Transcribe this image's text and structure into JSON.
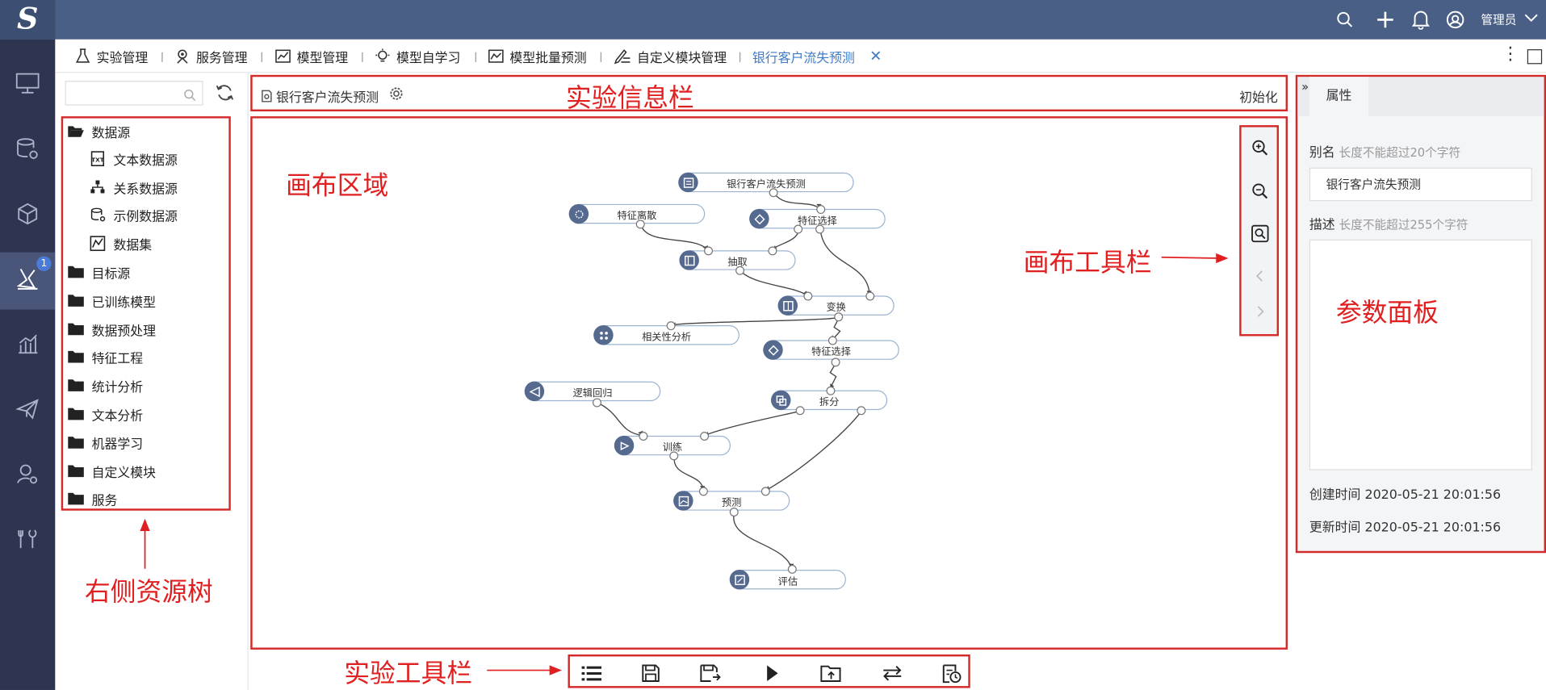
{
  "header": {
    "logo": "S",
    "user": "管理员",
    "colors": {
      "topbar": "#4a5f86",
      "sidebar": "#2d3550",
      "accent": "#3f7bc7",
      "annotation": "#e02020"
    }
  },
  "sidebar": {
    "active_badge": "1"
  },
  "tabs": [
    {
      "label": "实验管理"
    },
    {
      "label": "服务管理"
    },
    {
      "label": "模型管理"
    },
    {
      "label": "模型自学习"
    },
    {
      "label": "模型批量预测"
    },
    {
      "label": "自定义模块管理"
    },
    {
      "label": "银行客户流失预测"
    }
  ],
  "resource_panel": {
    "search_placeholder": "",
    "tree": [
      {
        "label": "数据源",
        "level": 0
      },
      {
        "label": "文本数据源",
        "level": 1
      },
      {
        "label": "关系数据源",
        "level": 1
      },
      {
        "label": "示例数据源",
        "level": 1
      },
      {
        "label": "数据集",
        "level": 1
      },
      {
        "label": "目标源",
        "level": 0
      },
      {
        "label": "已训练模型",
        "level": 0
      },
      {
        "label": "数据预处理",
        "level": 0
      },
      {
        "label": "特征工程",
        "level": 0
      },
      {
        "label": "统计分析",
        "level": 0
      },
      {
        "label": "文本分析",
        "level": 0
      },
      {
        "label": "机器学习",
        "level": 0
      },
      {
        "label": "自定义模块",
        "level": 0
      },
      {
        "label": "服务",
        "level": 0
      }
    ]
  },
  "info_bar": {
    "title": "银行客户流失预测",
    "init_label": "初始化"
  },
  "canvas": {
    "nodes": [
      {
        "label": "银行客户流失预测"
      },
      {
        "label": "特征离散"
      },
      {
        "label": "特征选择"
      },
      {
        "label": "抽取"
      },
      {
        "label": "变换"
      },
      {
        "label": "相关性分析"
      },
      {
        "label": "特征选择"
      },
      {
        "label": "逻辑回归"
      },
      {
        "label": "拆分"
      },
      {
        "label": "训练"
      },
      {
        "label": "预测"
      },
      {
        "label": "评估"
      }
    ]
  },
  "properties": {
    "tab": "属性",
    "alias_label": "别名",
    "alias_hint": "长度不能超过20个字符",
    "alias_value": "银行客户流失预测",
    "desc_label": "描述",
    "desc_hint": "长度不能超过255个字符",
    "desc_value": "",
    "created_label": "创建时间",
    "created_value": "2020-05-21 20:01:56",
    "updated_label": "更新时间",
    "updated_value": "2020-05-21 20:01:56"
  },
  "annotations": {
    "info_bar": "实验信息栏",
    "canvas_area": "画布区域",
    "canvas_toolbar": "画布工具栏",
    "param_panel": "参数面板",
    "resource_tree": "右侧资源树",
    "exp_toolbar": "实验工具栏"
  }
}
